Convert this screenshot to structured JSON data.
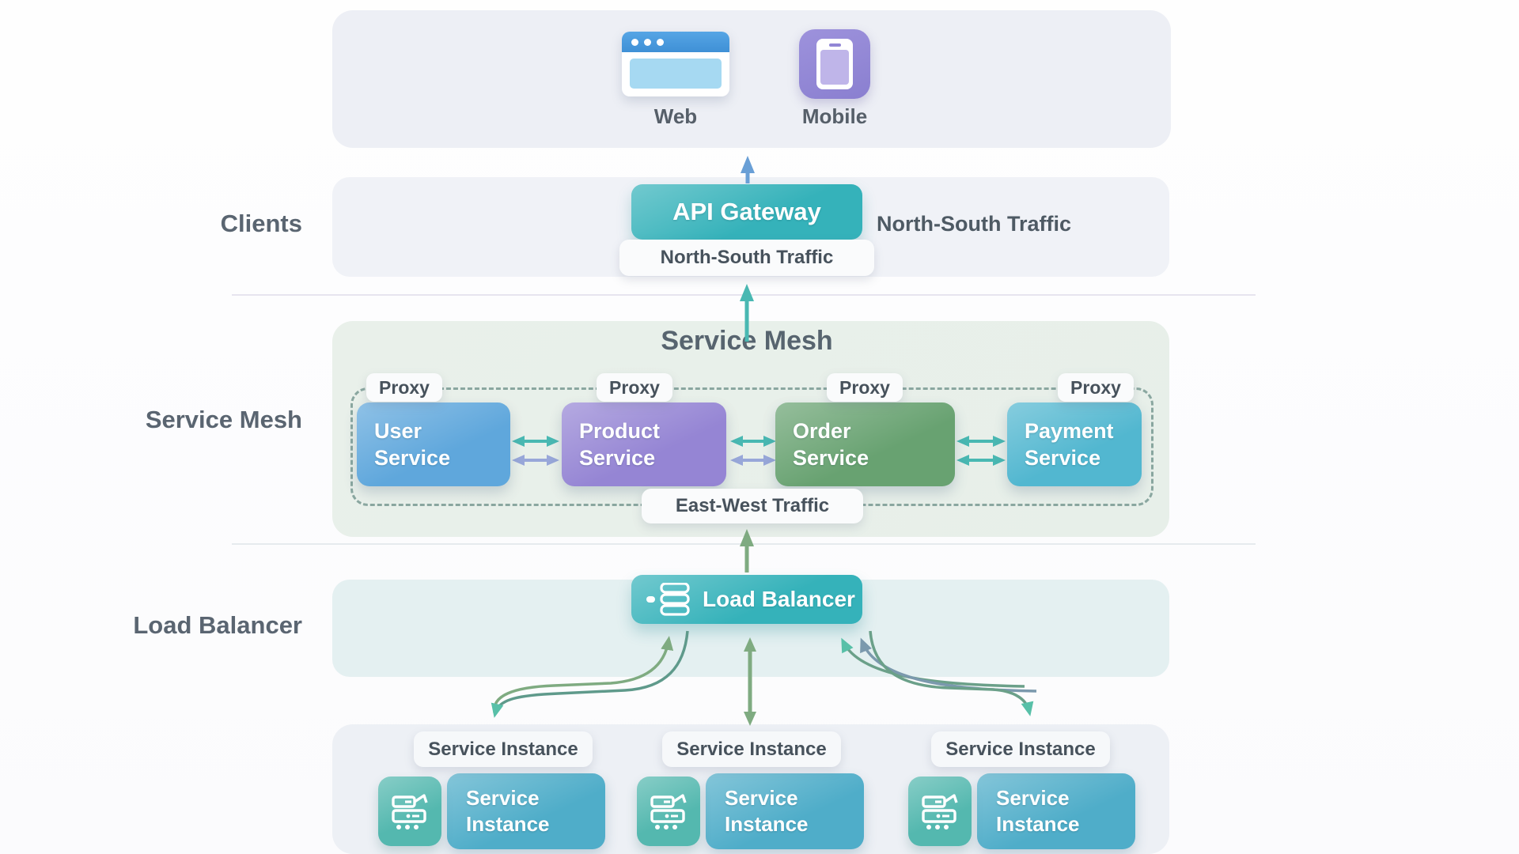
{
  "diagram": {
    "row_labels": {
      "clients": "Clients",
      "service_mesh": "Service Mesh",
      "load_balancer": "Load Balancer"
    },
    "clients": {
      "web": "Web",
      "mobile": "Mobile"
    },
    "gateway": {
      "label": "API Gateway",
      "pill": "North-South Traffic",
      "side_label": "North-South Traffic"
    },
    "mesh": {
      "title": "Service Mesh",
      "proxy": "Proxy",
      "east_west": "East-West Traffic",
      "services": [
        {
          "name": "User Service",
          "color": "#5fa7dc"
        },
        {
          "name": "Product Service",
          "color": "#9585d4"
        },
        {
          "name": "Order Service",
          "color": "#68a271"
        },
        {
          "name": "Payment Service",
          "color": "#52b7d0"
        }
      ]
    },
    "load_balancer": {
      "label": "Load Balancer"
    },
    "instances": {
      "pill": "Service Instance",
      "box": "Service Instance"
    },
    "palette": {
      "gateway_lb_teal": "#35b2ba",
      "instance_box": "#4fadc9",
      "instance_tile": "#54b8af",
      "arrow_blue": "#699fd6",
      "arrow_teal": "#49b8b2",
      "arrow_green": "#7fab81",
      "arrow_periwinkle": "#98a7d9",
      "arrow_bluegray": "#7b99ad",
      "band_lavender": "#edeff5",
      "band_mesh_green": "#e8efe9",
      "band_lb_cyan": "#e4f0f1"
    }
  }
}
